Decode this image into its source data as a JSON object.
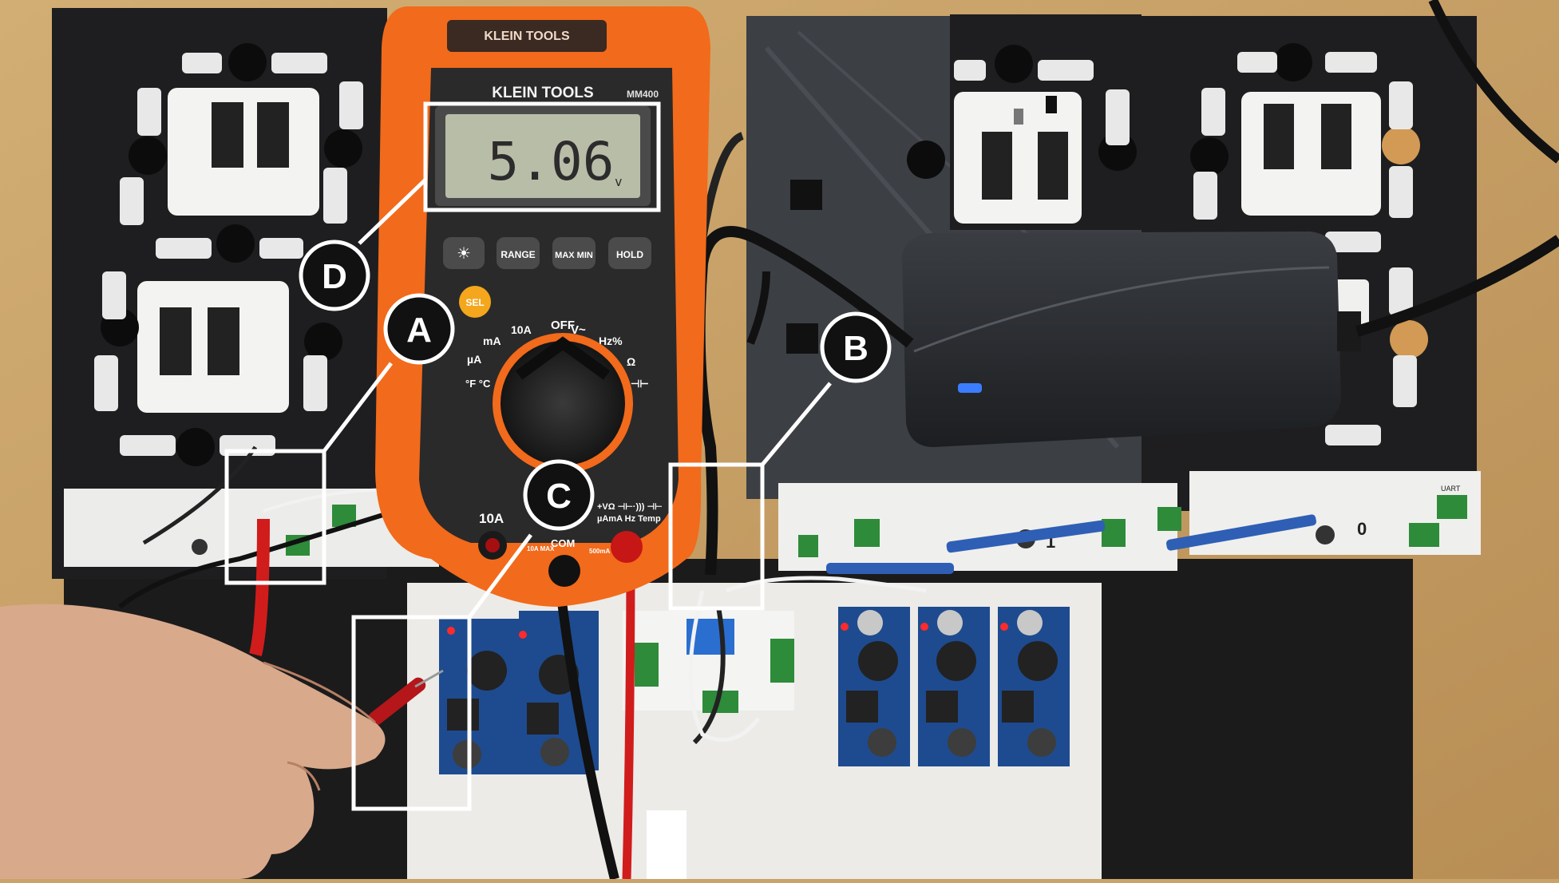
{
  "meter": {
    "brand": "KLEIN TOOLS",
    "model": "MM400",
    "reading": "5.06",
    "unit": "v",
    "buttons": [
      "RANGE",
      "MAX MIN",
      "HOLD"
    ],
    "sel_label": "SEL",
    "dial": {
      "off": "OFF",
      "ten_a": "10A",
      "ma": "mA",
      "ua": "µA",
      "temp": "°F °C",
      "v": "V~",
      "hz": "Hz%",
      "ohm": "Ω",
      "cap": "⊣⊢"
    },
    "jacks": {
      "ten_a": "10A",
      "ten_a_max": "10A MAX",
      "com": "COM",
      "ma_max": "500mA MAX",
      "v_top": "+VΩ ⊣⊢·))) ⊣⊢",
      "v_bottom": "µAmA Hz Temp"
    }
  },
  "callouts": {
    "a": "A",
    "b": "B",
    "c": "C",
    "d": "D"
  },
  "board_labels": {
    "digit_one": "1",
    "digit_zero": "0",
    "uart": "UART"
  },
  "colors": {
    "meter_orange": "#f26a1b",
    "meter_body": "#2a2a2a",
    "lcd": "#b8bda8",
    "desk": "#c9a46a",
    "callout": "#ffffff"
  }
}
